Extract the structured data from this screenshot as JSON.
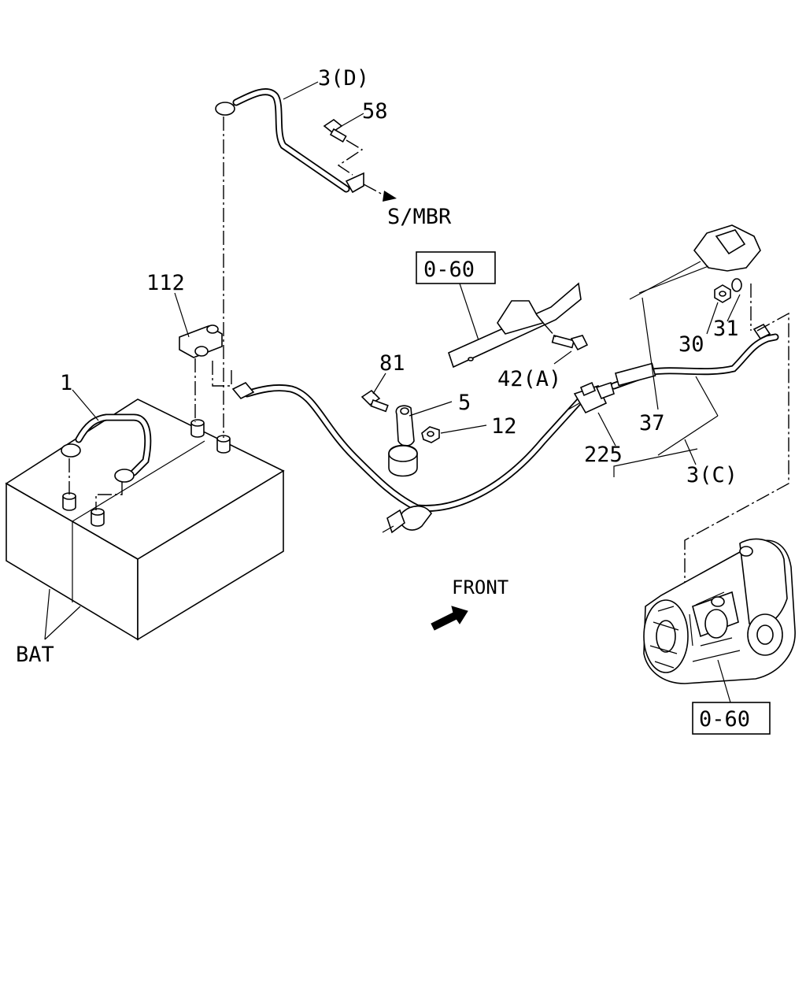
{
  "labels": {
    "cable_3d": "3(D)",
    "bolt_58": "58",
    "smbr": "S/MBR",
    "ref_top": "0-60",
    "part_112": "112",
    "part_1": "1",
    "bolt_81": "81",
    "clip_5": "5",
    "nut_12": "12",
    "bolt_42a": "42(A)",
    "part_30": "30",
    "part_31": "31",
    "part_37": "37",
    "connector_225": "225",
    "cable_3c": "3(C)",
    "front": "FRONT",
    "battery": "BAT",
    "ref_bottom": "0-60"
  },
  "icons": {
    "front_arrow": "arrow-icon"
  },
  "colors": {
    "line": "#000000",
    "background": "#ffffff"
  }
}
